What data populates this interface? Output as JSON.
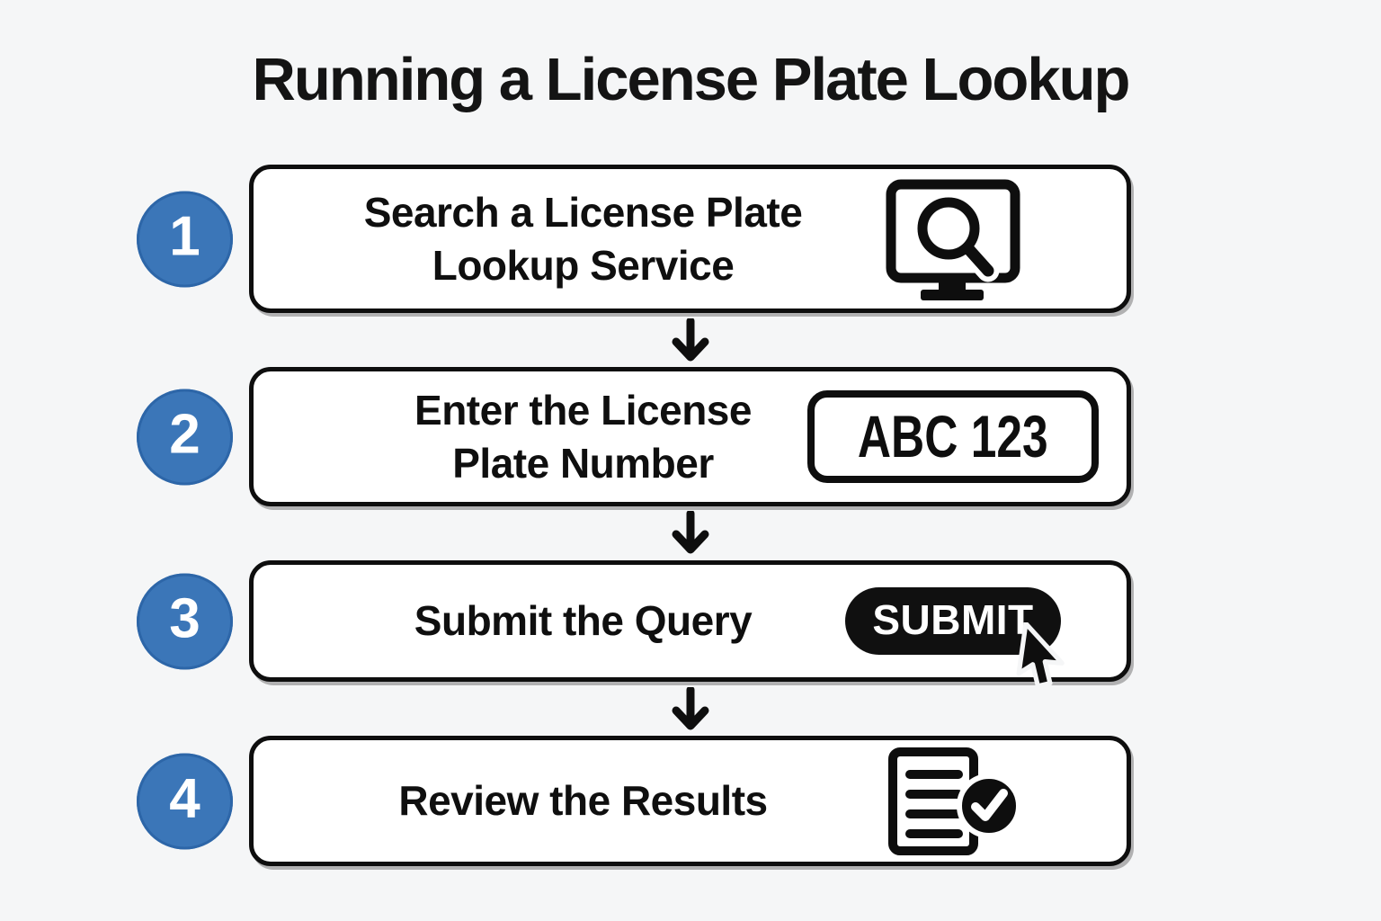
{
  "page": {
    "title": "Running a License Plate Lookup",
    "background_color": "#f5f6f7"
  },
  "colors": {
    "badge_blue": "#3b76b8",
    "badge_blue_rim": "#2d66a8",
    "ink_black": "#0e0e0e",
    "box_background": "#ffffff"
  },
  "steps": [
    {
      "number": "1",
      "label_line1": "Search a License Plate",
      "label_line2": "Lookup Service",
      "icon": "monitor-search-icon"
    },
    {
      "number": "2",
      "label_line1": "Enter the License",
      "label_line2": "Plate Number",
      "icon": "license-plate-icon",
      "plate_text": "ABC 123"
    },
    {
      "number": "3",
      "label_line1": "Submit the Query",
      "label_line2": "",
      "icon": "submit-button-cursor-icon",
      "button_text": "SUBMIT"
    },
    {
      "number": "4",
      "label_line1": "Review the Results",
      "label_line2": "",
      "icon": "document-check-icon"
    }
  ],
  "connectors": {
    "style": "down-arrow"
  }
}
